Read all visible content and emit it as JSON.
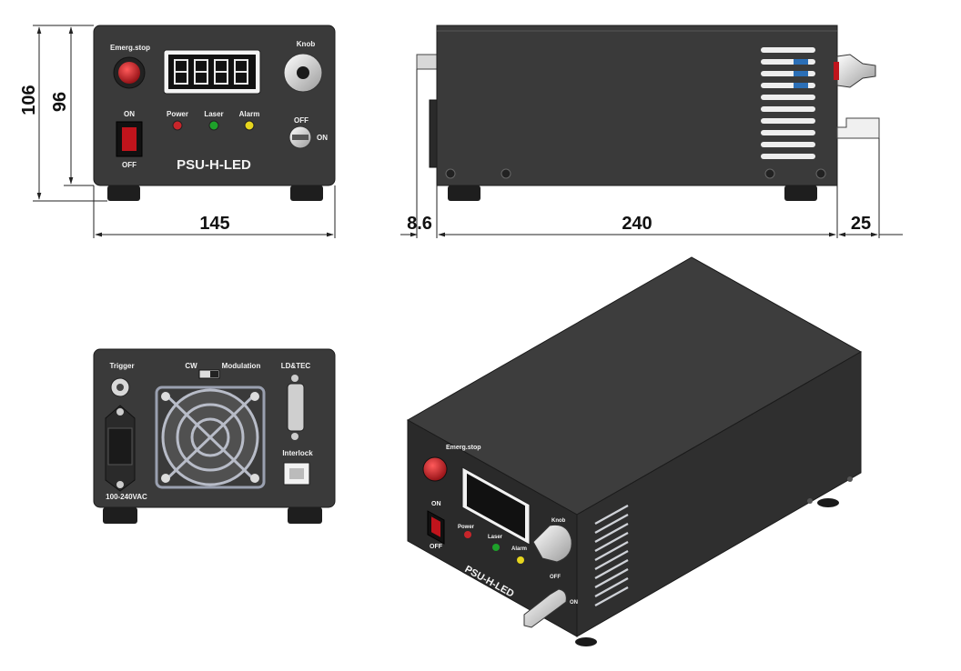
{
  "dimensions": {
    "front_height_total": "106",
    "front_height_body": "96",
    "front_width": "145",
    "side_offset": "8.6",
    "side_length": "240",
    "side_knob": "25"
  },
  "front_panel": {
    "emergency_stop": "Emerg.stop",
    "knob": "Knob",
    "power": "Power",
    "laser": "Laser",
    "alarm": "Alarm",
    "switch_on": "ON",
    "switch_off": "OFF",
    "key_off": "OFF",
    "key_on": "ON",
    "model": "PSU-H-LED"
  },
  "rear_panel": {
    "trigger": "Trigger",
    "cw": "CW",
    "modulation": "Modulation",
    "ld_tec": "LD&TEC",
    "interlock": "Interlock",
    "voltage": "100-240VAC"
  },
  "iso_view": {
    "emergency_stop": "Emerg.stop",
    "switch_on": "ON",
    "switch_off": "OFF",
    "power": "Power",
    "laser": "Laser",
    "alarm": "Alarm",
    "knob": "Knob",
    "key_off": "OFF",
    "key_on": "ON",
    "model": "PSU-H-LED"
  },
  "colors": {
    "housing": "#3a3a3a",
    "housing_dark": "#2a2a2a",
    "panel_text": "#f2f2f2",
    "emergency_red": "#c0141c",
    "led_red": "#c8252a",
    "led_green": "#1ea12a",
    "led_yellow": "#e6d51e"
  }
}
